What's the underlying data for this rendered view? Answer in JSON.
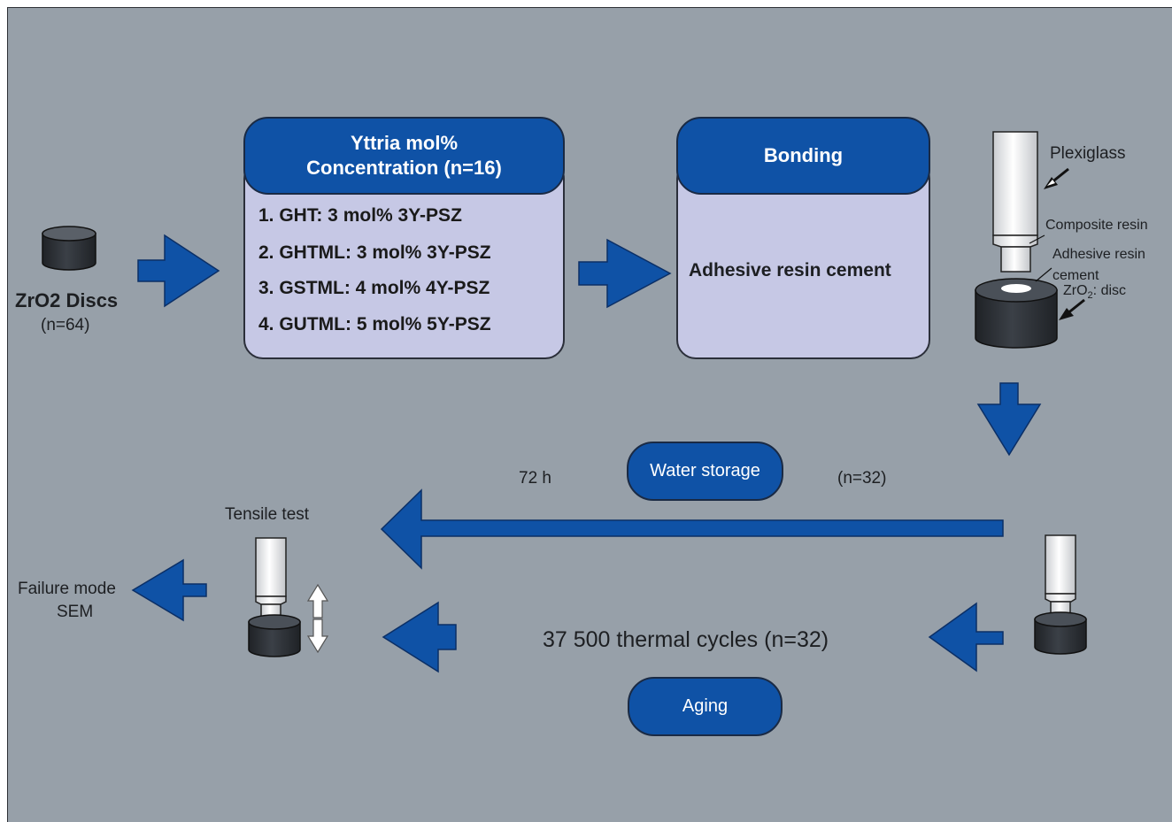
{
  "discs": {
    "title": "ZrO2 Discs",
    "count": "(n=64)"
  },
  "yttria_box": {
    "header_line1": "Yttria mol%",
    "header_line2": "Concentration (n=16)",
    "items": [
      "1. GHT: 3 mol% 3Y-PSZ",
      "2. GHTML: 3 mol% 3Y-PSZ",
      "3. GSTML: 4 mol% 4Y-PSZ",
      "4. GUTML: 5 mol% 5Y-PSZ"
    ]
  },
  "bonding_box": {
    "header": "Bonding",
    "body": "Adhesive resin cement"
  },
  "specimen_labels": {
    "plexiglass": "Plexiglass",
    "composite": "Composite resin",
    "adhesive_line1": "Adhesive resin",
    "adhesive_line2": "cement",
    "zro2_prefix": "ZrO",
    "zro2_sub": "2",
    "zro2_suffix": ": disc"
  },
  "water_storage": {
    "duration": "72 h",
    "label": "Water storage",
    "count": "(n=32)"
  },
  "aging": {
    "cycles": "37 500 thermal cycles (n=32)",
    "label": "Aging"
  },
  "tensile_test": "Tensile test",
  "failure": {
    "line1": "Failure mode",
    "line2": "SEM"
  },
  "colors": {
    "background": "#97a0a9",
    "accent_blue": "#0f52a6",
    "box_fill": "#c6c8e5",
    "cylinder_dark": "#2e3238"
  }
}
